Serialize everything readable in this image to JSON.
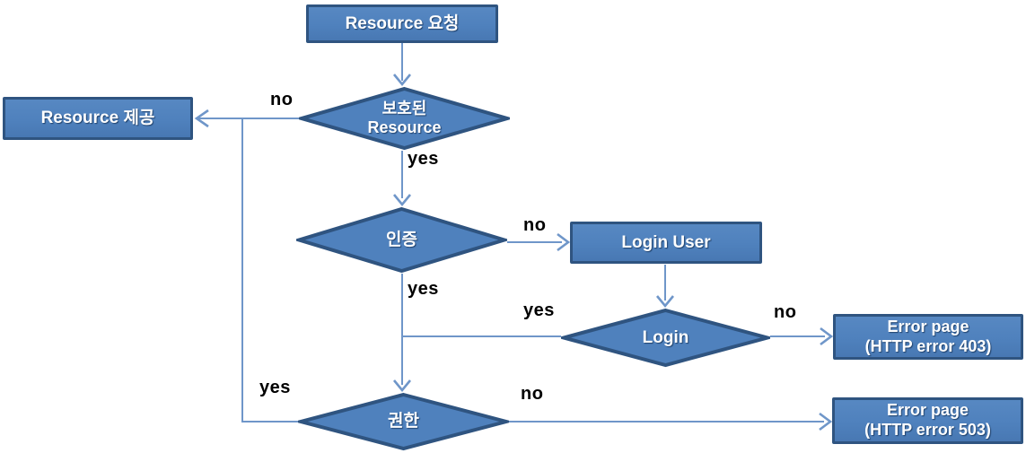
{
  "flowchart": {
    "nodes": {
      "resource_request": {
        "label": "Resource 요청"
      },
      "protected_resource": {
        "line1": "보호된",
        "line2": "Resource"
      },
      "resource_provide": {
        "label": "Resource 제공"
      },
      "auth": {
        "label": "인증"
      },
      "login_user": {
        "label": "Login User"
      },
      "login": {
        "label": "Login"
      },
      "permission": {
        "label": "권한"
      },
      "error_403": {
        "line1": "Error page",
        "line2": "(HTTP error 403)"
      },
      "error_503": {
        "line1": "Error page",
        "line2": "(HTTP error 503)"
      }
    },
    "edge_labels": {
      "protected_no": "no",
      "protected_yes": "yes",
      "auth_no": "no",
      "auth_yes": "yes",
      "login_yes": "yes",
      "login_no": "no",
      "permission_yes": "yes",
      "permission_no": "no"
    }
  },
  "colors": {
    "shape_fill": "#4f81bd",
    "shape_border": "#2f5480",
    "connector": "#6f96c9",
    "edge_label": "#000000",
    "shape_text": "#ffffff",
    "canvas_bg": "#ffffff"
  }
}
